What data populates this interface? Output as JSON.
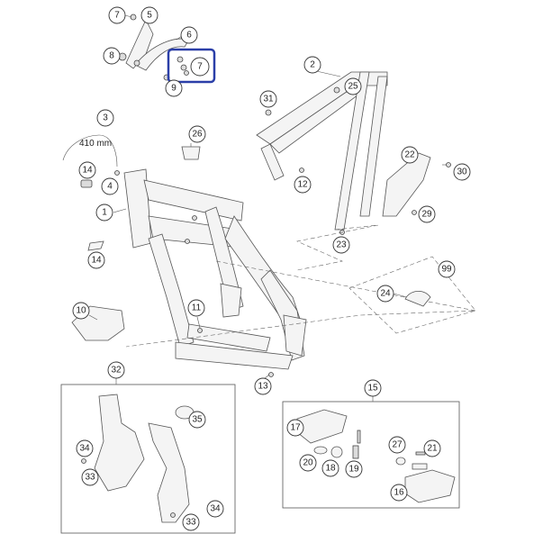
{
  "diagram": {
    "cable_length_label": "410 mm",
    "highlight_color": "#2b3fa8",
    "callouts": [
      {
        "id": "c7a",
        "text": "7"
      },
      {
        "id": "c5",
        "text": "5"
      },
      {
        "id": "c8",
        "text": "8"
      },
      {
        "id": "c6",
        "text": "6"
      },
      {
        "id": "c7b",
        "text": "7"
      },
      {
        "id": "c9",
        "text": "9"
      },
      {
        "id": "c2",
        "text": "2"
      },
      {
        "id": "c25",
        "text": "25"
      },
      {
        "id": "c31",
        "text": "31"
      },
      {
        "id": "c3",
        "text": "3"
      },
      {
        "id": "c26",
        "text": "26"
      },
      {
        "id": "c14a",
        "text": "14"
      },
      {
        "id": "c4",
        "text": "4"
      },
      {
        "id": "c22",
        "text": "22"
      },
      {
        "id": "c30",
        "text": "30"
      },
      {
        "id": "c12",
        "text": "12"
      },
      {
        "id": "c1",
        "text": "1"
      },
      {
        "id": "c29",
        "text": "29"
      },
      {
        "id": "c23",
        "text": "23"
      },
      {
        "id": "c14b",
        "text": "14"
      },
      {
        "id": "c99",
        "text": "99"
      },
      {
        "id": "c24",
        "text": "24"
      },
      {
        "id": "c10",
        "text": "10"
      },
      {
        "id": "c11",
        "text": "11"
      },
      {
        "id": "c32",
        "text": "32"
      },
      {
        "id": "c13",
        "text": "13"
      },
      {
        "id": "c15",
        "text": "15"
      },
      {
        "id": "c35",
        "text": "35"
      },
      {
        "id": "c17",
        "text": "17"
      },
      {
        "id": "c34a",
        "text": "34"
      },
      {
        "id": "c33a",
        "text": "33"
      },
      {
        "id": "c27",
        "text": "27"
      },
      {
        "id": "c21",
        "text": "21"
      },
      {
        "id": "c20",
        "text": "20"
      },
      {
        "id": "c18",
        "text": "18"
      },
      {
        "id": "c19",
        "text": "19"
      },
      {
        "id": "c16",
        "text": "16"
      },
      {
        "id": "c34b",
        "text": "34"
      },
      {
        "id": "c33b",
        "text": "33"
      }
    ]
  }
}
